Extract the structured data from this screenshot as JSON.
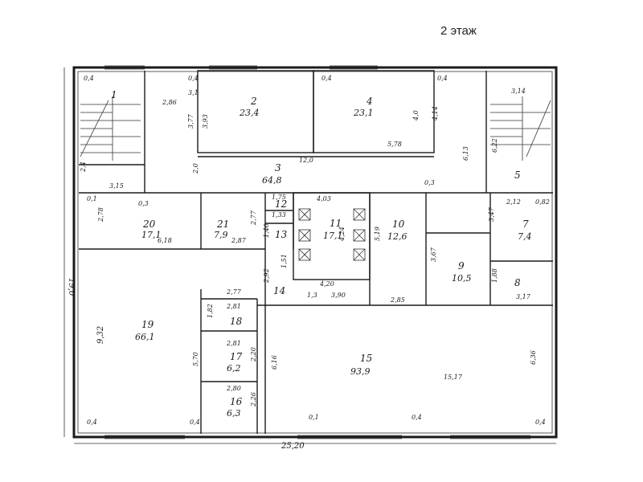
{
  "title": "2 этаж",
  "rooms": {
    "r1": {
      "num": "1"
    },
    "r2": {
      "num": "2",
      "area": "23,4"
    },
    "r4": {
      "num": "4",
      "area": "23,1"
    },
    "r3": {
      "num": "3",
      "area": "64,8"
    },
    "r5": {
      "num": "5"
    },
    "r7": {
      "num": "7",
      "area": "7,4"
    },
    "r8": {
      "num": "8"
    },
    "r9": {
      "num": "9",
      "area": "10,5"
    },
    "r10": {
      "num": "10",
      "area": "12,6"
    },
    "r11": {
      "num": "11",
      "area": "17,1"
    },
    "r12": {
      "num": "12"
    },
    "r13": {
      "num": "13"
    },
    "r14": {
      "num": "14"
    },
    "r15": {
      "num": "15",
      "area": "93,9"
    },
    "r16": {
      "num": "16",
      "area": "6,3"
    },
    "r17": {
      "num": "17",
      "area": "6,2"
    },
    "r18": {
      "num": "18"
    },
    "r19": {
      "num": "19",
      "area": "66,1"
    },
    "r20": {
      "num": "20",
      "area": "17,1"
    },
    "r21": {
      "num": "21",
      "area": "7,9"
    }
  },
  "dims": {
    "d_2596": "25,20",
    "d_1900": "19,0",
    "d_12_0": "12,0",
    "d_5_78": "5,78",
    "d_2_86": "2,86",
    "d_3_14": "3,14",
    "d_3_15": "3,15",
    "d_2_0": "2,0",
    "d_4_0": "4,0",
    "d_4_14": "4,14",
    "d_3_77": "3,77",
    "d_3_93": "3,93",
    "d_6_13": "6,13",
    "d_6_22": "6,22",
    "d_2_12": "2,12",
    "d_0_82": "0,82",
    "d_3_47": "3,47",
    "d_4_03": "4,03",
    "d_4_24": "4,24",
    "d_5_19": "5,19",
    "d_2_85": "2,85",
    "d_3_67": "3,67",
    "d_1_88": "1,88",
    "d_3_17": "3,17",
    "d_6_36": "6,36",
    "d_15_17": "15,17",
    "d_2_78": "2,78",
    "d_6_18": "6,18",
    "d_2_77a": "2,77",
    "d_2_87": "2,87",
    "d_1_75": "1,75",
    "d_1_33": "1,33",
    "d_1_40": "1,40",
    "d_1_51": "1,51",
    "d_2_92": "2,92",
    "d_4_20": "4,20",
    "d_3_90": "3,90",
    "d_2_77b": "2,77",
    "d_1_82": "1,82",
    "d_2_81a": "2,81",
    "d_2_81b": "2,81",
    "d_2_20": "2,20",
    "d_2_80": "2,80",
    "d_2_26": "2,26",
    "d_5_70": "5,70",
    "d_6_16": "6,16",
    "d_9_32": "9,32",
    "d_1_3": "1,3",
    "d_0_4a": "0,4",
    "d_0_4b": "0,4",
    "d_0_4c": "0,4",
    "d_0_4d": "0,4",
    "d_0_4e": "0,4",
    "d_0_4f": "0,4",
    "d_0_3a": "0,3",
    "d_0_3b": "0,3",
    "d_0_1a": "0,1",
    "d_0_1b": "0,1",
    "d_3_1": "3,1",
    "d_2_4": "2,4",
    "d_0_4g": "0,4",
    "d_0_4h": "0,4"
  }
}
